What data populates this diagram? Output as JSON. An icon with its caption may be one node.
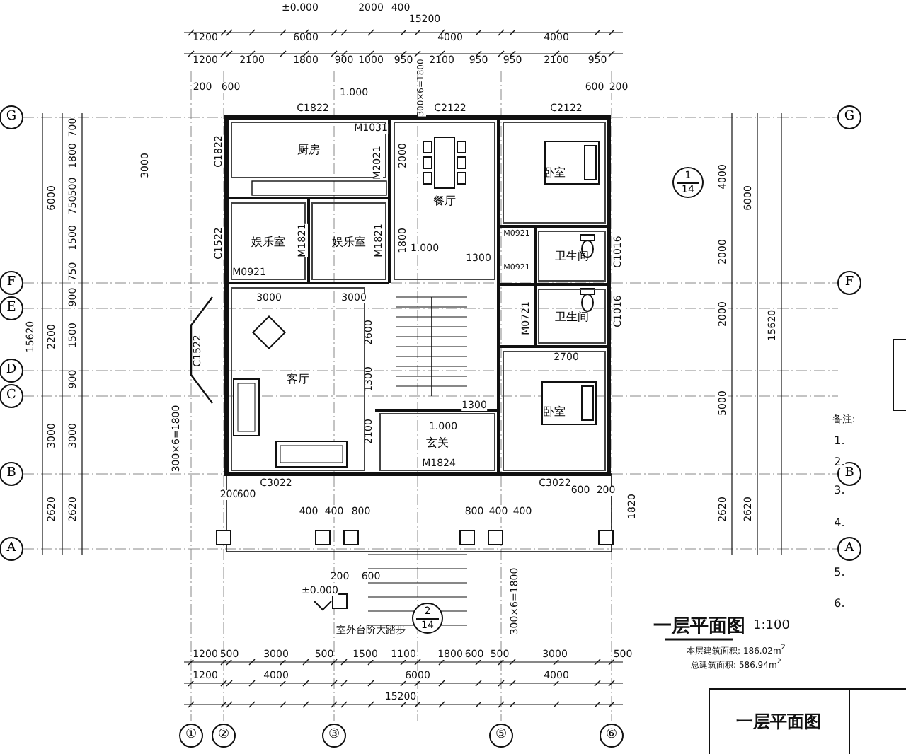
{
  "diagram": {
    "nodes": [
      {
        "text": [
          "厨房"
        ]
      },
      {
        "text": [
          "娱乐室"
        ]
      },
      {
        "text": [
          "娱乐室"
        ]
      },
      {
        "text": [
          "餐厅"
        ]
      },
      {
        "text": [
          "卧室"
        ]
      },
      {
        "text": [
          "卫生间"
        ]
      },
      {
        "text": [
          "卫生间"
        ]
      },
      {
        "text": [
          "客厅"
        ]
      },
      {
        "text": [
          "玄关"
        ]
      },
      {
        "text": [
          "卧室"
        ]
      },
      {
        "text": [
          "1",
          "14"
        ]
      },
      {
        "text": [
          "2",
          "14"
        ]
      }
    ],
    "labels": [
      "±0.000",
      "2000",
      "400",
      "15200",
      "1200",
      "6000",
      "4000",
      "4000",
      "1200",
      "2100",
      "1800",
      "900",
      "1000",
      "950",
      "2100",
      "950",
      "950",
      "2100",
      "950",
      "300×6=1800",
      "200",
      "600",
      "600",
      "200",
      "C1822",
      "1.000",
      "C2122",
      "C2122",
      "C1822",
      "M1031",
      "M2021",
      "C1522",
      "M0921",
      "M1821",
      "M1821",
      "M0921",
      "M0921",
      "C1016",
      "M0721",
      "C1016",
      "C1522",
      "C3022",
      "C3022",
      "M1824",
      "1.000",
      "1.000",
      "3000",
      "3000",
      "2600",
      "1300",
      "2100",
      "1300",
      "2700",
      "1300",
      "2000",
      "1800",
      "6000",
      "15620",
      "3000",
      "700",
      "1800",
      "500",
      "750",
      "1500",
      "750",
      "900",
      "2200",
      "1500",
      "900",
      "3000",
      "3000",
      "2620",
      "2620",
      "4000",
      "2000",
      "2000",
      "5000",
      "2620",
      "6000",
      "15620",
      "2620",
      "400",
      "400",
      "800",
      "800",
      "400",
      "400",
      "200",
      "600",
      "600",
      "200",
      "1820",
      "300×6=1800",
      "300×6=1800",
      "200",
      "600",
      "±0.000",
      "室外台阶大踏步",
      "1200",
      "500",
      "3000",
      "500",
      "1500",
      "1100",
      "1800",
      "600",
      "500",
      "3000",
      "500",
      "1200",
      "4000",
      "6000",
      "4000",
      "15200",
      "G",
      "F",
      "E",
      "D",
      "C",
      "B",
      "A",
      "G",
      "F",
      "B",
      "A",
      "①",
      "②",
      "③",
      "⑤",
      "⑥",
      "一层平面图",
      "1:100",
      "本层建筑面积: 186.02m$^{2}$",
      "总建筑面积: 586.94m$^{2}$",
      "备注:",
      "1.",
      "2.",
      "3.",
      "4.",
      "5.",
      "6.",
      "一层平面图"
    ]
  }
}
